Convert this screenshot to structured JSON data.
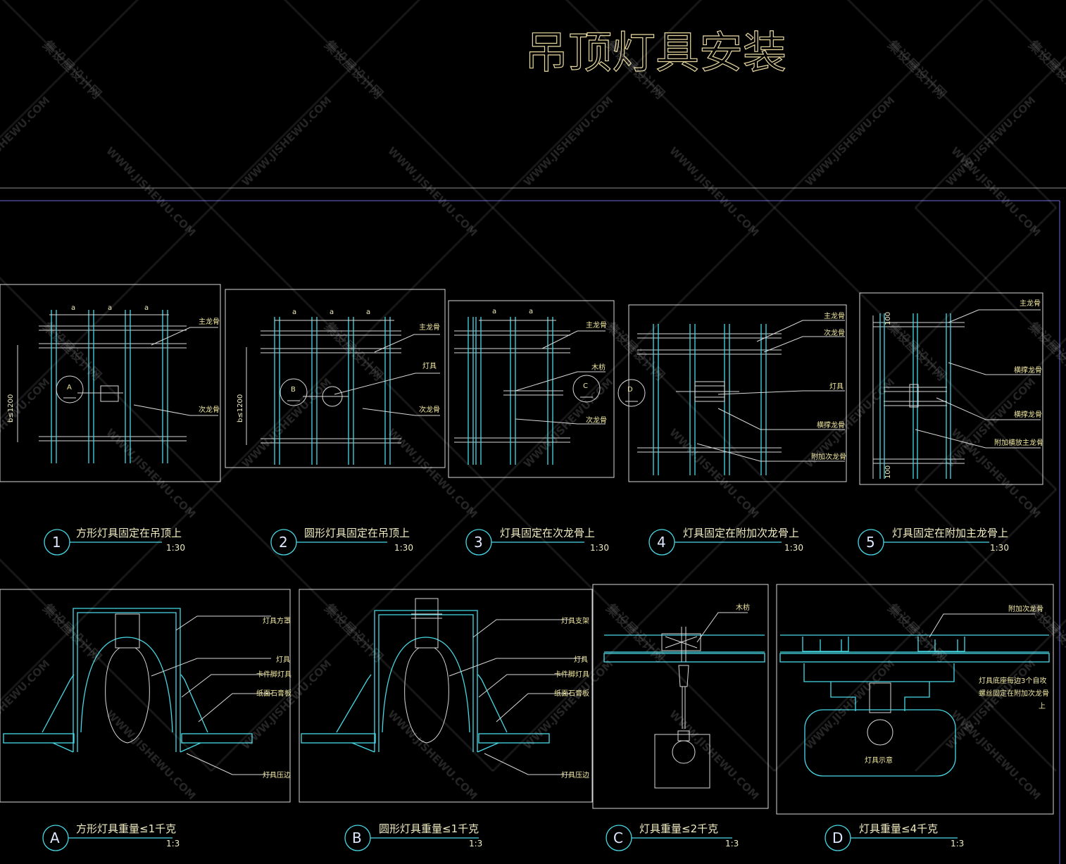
{
  "title": "吊顶灯具安装",
  "watermark": {
    "cn": "集设屋设计网",
    "en": "WWW.JISHEWU.COM"
  },
  "colors": {
    "cyan": "#46d9e6",
    "yellow": "#f0e8a0",
    "white": "#d8d8d8",
    "frame": "#6c6cd8",
    "background": "#000000"
  },
  "details_top": [
    {
      "num": "1",
      "caption": "方形灯具固定在吊顶上",
      "scale": "1:30",
      "marker": "A",
      "dims": [
        "a",
        "a",
        "a"
      ],
      "side_dim": "b≤1200",
      "labels": [
        "主龙骨",
        "次龙骨"
      ]
    },
    {
      "num": "2",
      "caption": "圆形灯具固定在吊顶上",
      "scale": "1:30",
      "marker": "B",
      "dims": [
        "a",
        "a",
        "a"
      ],
      "side_dim": "b≤1200",
      "labels": [
        "主龙骨",
        "灯具",
        "次龙骨"
      ]
    },
    {
      "num": "3",
      "caption": "灯具固定在次龙骨上",
      "scale": "1:30",
      "marker": "C",
      "dims": [
        "a",
        "a"
      ],
      "labels": [
        "主龙骨",
        "木枋",
        "次龙骨"
      ]
    },
    {
      "num": "4",
      "caption": "灯具固定在附加次龙骨上",
      "scale": "1:30",
      "marker": "D",
      "labels": [
        "主龙骨",
        "次龙骨",
        "灯具",
        "横撑龙骨",
        "附加次龙骨"
      ]
    },
    {
      "num": "5",
      "caption": "灯具固定在附加主龙骨上",
      "scale": "1:30",
      "dims": [
        "100",
        "100"
      ],
      "labels": [
        "主龙骨",
        "横撑龙骨",
        "横撑龙骨",
        "附加横放主龙骨"
      ]
    }
  ],
  "details_bottom": [
    {
      "num": "A",
      "caption": "方形灯具重量≤1千克",
      "scale": "1:3",
      "labels": [
        "灯具方罩",
        "灯具",
        "卡件脚灯具",
        "纸面石膏板",
        "灯具压边"
      ]
    },
    {
      "num": "B",
      "caption": "圆形灯具重量≤1千克",
      "scale": "1:3",
      "labels": [
        "灯具支架",
        "灯具",
        "卡件脚灯具",
        "纸面石膏板",
        "灯具压边"
      ]
    },
    {
      "num": "C",
      "caption": "灯具重量≤2千克",
      "scale": "1:3",
      "labels": [
        "木枋"
      ]
    },
    {
      "num": "D",
      "caption": "灯具重量≤4千克",
      "scale": "1:3",
      "labels": [
        "附加次龙骨",
        "灯具底座每边3个自攻",
        "螺丝固定在附加次龙骨",
        "上",
        "灯具示意"
      ]
    }
  ]
}
